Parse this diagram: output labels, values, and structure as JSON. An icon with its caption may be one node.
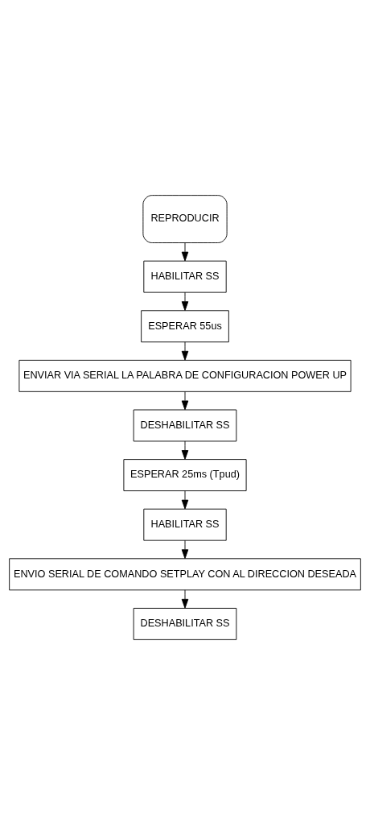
{
  "diagram": {
    "nodes": [
      {
        "text": [
          "REPRODUCIR"
        ]
      },
      {
        "text": [
          "HABILITAR SS"
        ]
      },
      {
        "text": [
          "ESPERAR 55us"
        ]
      },
      {
        "text": [
          "ENVIAR VIA SERIAL LA PALABRA DE CONFIGURACION POWER UP"
        ]
      },
      {
        "text": [
          "DESHABILITAR SS"
        ]
      },
      {
        "text": [
          "ESPERAR 25ms (Tpud)"
        ]
      },
      {
        "text": [
          "HABILITAR SS"
        ]
      },
      {
        "text": [
          "ENVIO SERIAL DE COMANDO SETPLAY CON AL DIRECCION DESEADA"
        ]
      },
      {
        "text": [
          "DESHABILITAR SS"
        ]
      }
    ],
    "edges": [
      {
        "from": 0,
        "to": 1,
        "arrow": "to"
      },
      {
        "from": 1,
        "to": 2,
        "arrow": "to"
      },
      {
        "from": 2,
        "to": 3,
        "arrow": "to"
      },
      {
        "from": 3,
        "to": 4,
        "arrow": "to"
      },
      {
        "from": 4,
        "to": 5,
        "arrow": "to"
      },
      {
        "from": 5,
        "to": 6,
        "arrow": "to"
      },
      {
        "from": 6,
        "to": 7,
        "arrow": "to"
      },
      {
        "from": 7,
        "to": 8,
        "arrow": "to"
      }
    ]
  }
}
